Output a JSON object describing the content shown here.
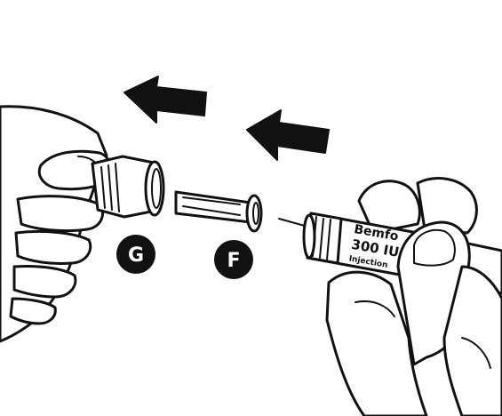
{
  "illustration": {
    "callouts": [
      {
        "id": "G",
        "letter": "G"
      },
      {
        "id": "F",
        "letter": "F"
      }
    ],
    "pen_label": {
      "brand": "Bemfo",
      "dose": "300 IU",
      "note": "Injection"
    },
    "colors": {
      "ink": "#111111",
      "paper": "#ffffff"
    },
    "icons": [
      "arrow-left-icon",
      "arrow-left-icon"
    ]
  }
}
